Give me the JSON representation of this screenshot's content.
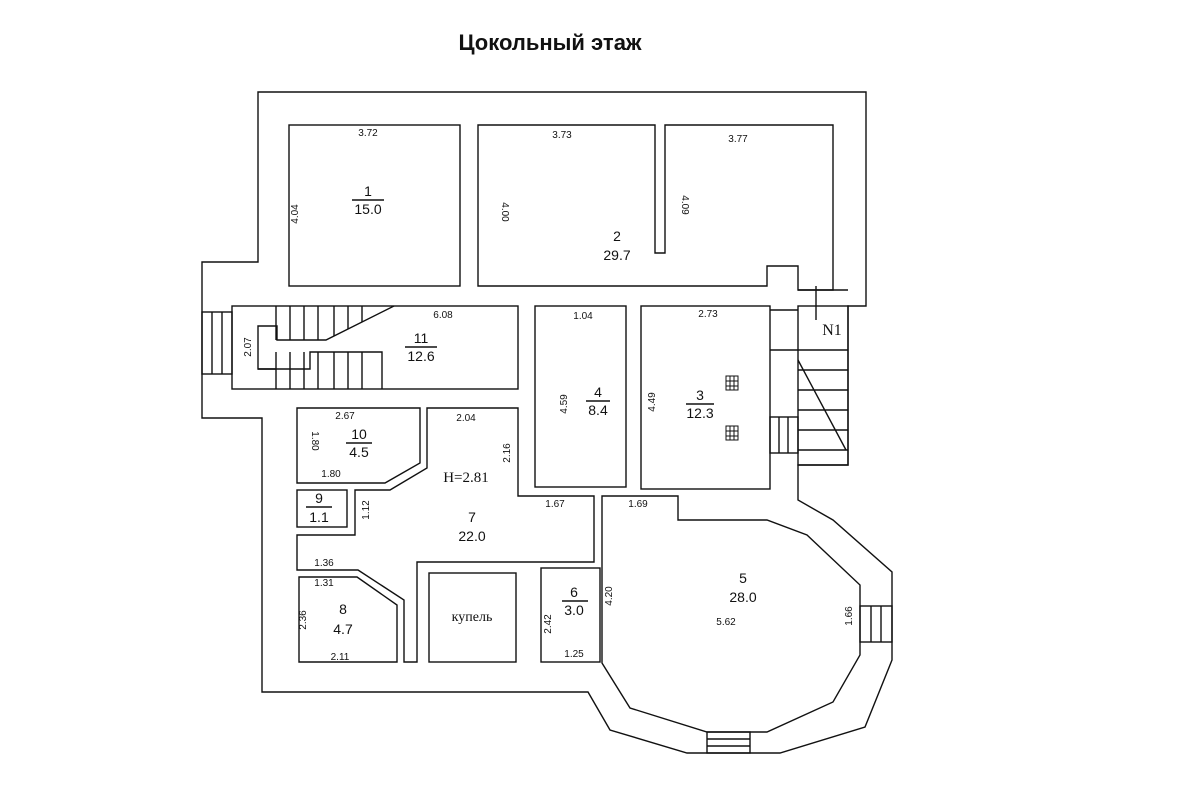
{
  "title": "Цокольный этаж",
  "rooms": {
    "r1": {
      "number": "1",
      "area": "15.0",
      "dims": [
        "3.72",
        "4.04"
      ]
    },
    "r2": {
      "number": "2",
      "area": "29.7",
      "dims": [
        "3.73",
        "4.00",
        "3.77",
        "4.09"
      ]
    },
    "r3": {
      "number": "3",
      "area": "12.3",
      "dims": [
        "2.73",
        "4.49"
      ]
    },
    "r4": {
      "number": "4",
      "area": "8.4",
      "dims": [
        "1.04",
        "4.59"
      ]
    },
    "r5": {
      "number": "5",
      "area": "28.0",
      "dims": [
        "1.69",
        "4.20",
        "5.62",
        "1.66"
      ]
    },
    "r6": {
      "number": "6",
      "area": "3.0",
      "dims": [
        "2.42",
        "1.25"
      ]
    },
    "r7": {
      "number": "7",
      "area": "22.0",
      "dims": [
        "2.04",
        "2.16",
        "1.67",
        "1.12",
        "1.36"
      ],
      "height": "H=2.81"
    },
    "r8": {
      "number": "8",
      "area": "4.7",
      "dims": [
        "1.31",
        "2.36",
        "2.11"
      ]
    },
    "r9": {
      "number": "9",
      "area": "1.1"
    },
    "r10": {
      "number": "10",
      "area": "4.5",
      "dims": [
        "2.67",
        "1.80",
        "1.80"
      ]
    },
    "r11": {
      "number": "11",
      "area": "12.6",
      "dims": [
        "6.08",
        "2.07"
      ]
    },
    "font_room": "купель",
    "stair": "N1"
  }
}
